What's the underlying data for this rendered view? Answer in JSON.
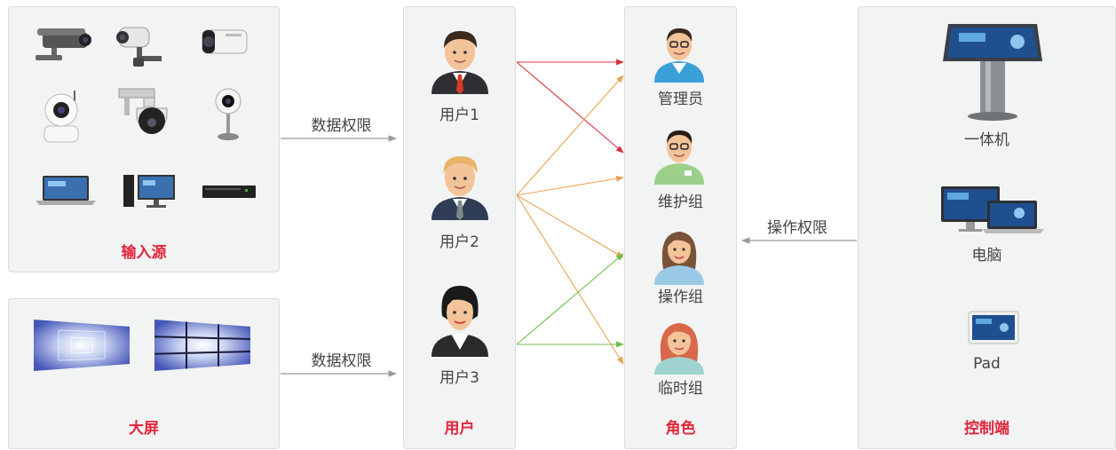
{
  "input_panel": {
    "title": "输入源",
    "devices": [
      "bullet-camera",
      "ptz-camera",
      "box-camera",
      "wifi-camera",
      "dome-camera",
      "home-camera",
      "laptop",
      "desktop-pc",
      "rack-server"
    ]
  },
  "screen_panel": {
    "title": "大屏"
  },
  "users_panel": {
    "title": "用户",
    "users": [
      {
        "label": "用户1"
      },
      {
        "label": "用户2"
      },
      {
        "label": "用户3"
      }
    ]
  },
  "roles_panel": {
    "title": "角色",
    "roles": [
      {
        "label": "管理员"
      },
      {
        "label": "维护组"
      },
      {
        "label": "操作组"
      },
      {
        "label": "临时组"
      }
    ]
  },
  "control_panel": {
    "title": "控制端",
    "terminals": [
      {
        "label": "一体机"
      },
      {
        "label": "电脑"
      },
      {
        "label": "Pad"
      }
    ]
  },
  "flows": {
    "input_to_users": "数据权限",
    "screen_to_users": "数据权限",
    "control_to_roles": "操作权限"
  },
  "colors": {
    "accent": "#e0263b",
    "user1_links": "#d9303a",
    "user2_links": "#e6a455",
    "user3_links": "#6cbd45",
    "panel_bg": "#f2f3f3",
    "flow_arrow": "#9b9b9b"
  }
}
